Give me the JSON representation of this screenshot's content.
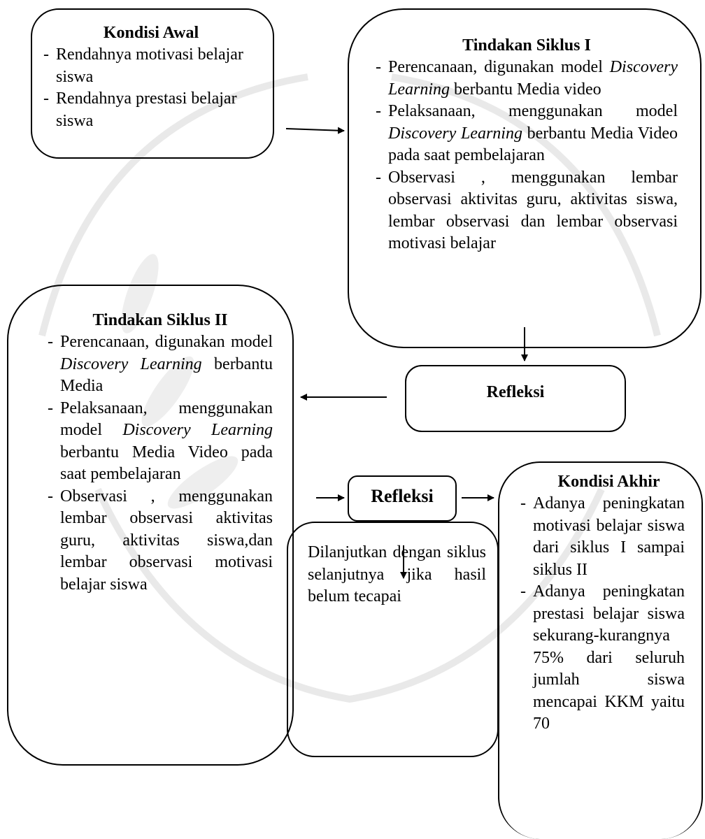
{
  "kondisi_awal": {
    "title": "Kondisi Awal",
    "items": [
      "Rendahnya motivasi belajar siswa",
      "Rendahnya prestasi belajar siswa"
    ]
  },
  "siklus1": {
    "title": "Tindakan Siklus I",
    "items": [
      {
        "pre": "Perencanaan, digunakan model ",
        "em": "Discovery Learning",
        "post": " berbantu Media video"
      },
      {
        "pre": "Pelaksanaan, menggunakan model ",
        "em": "Discovery Learning",
        "post": " berbantu Media Video pada saat pembelajaran"
      },
      {
        "pre": "Observasi , menggunakan lembar observasi aktivitas guru, aktivitas siswa, lembar observasi dan lembar observasi motivasi belajar",
        "em": "",
        "post": ""
      }
    ]
  },
  "refleksi1": {
    "label": "Refleksi"
  },
  "siklus2": {
    "title": "Tindakan Siklus II",
    "items": [
      {
        "pre": "Perencanaan, digunakan model ",
        "em": "Discovery Learning",
        "post": " berbantu Media"
      },
      {
        "pre": "Pelaksanaan, menggunakan model ",
        "em": "Discovery Learning",
        "post": " berbantu Media Video pada saat pembelajaran"
      },
      {
        "pre": "Observasi , menggunakan lembar observasi aktivitas guru, aktivitas siswa,dan lembar observasi motivasi belajar siswa",
        "em": "",
        "post": ""
      }
    ]
  },
  "refleksi2": {
    "label": "Refleksi"
  },
  "lanjut": {
    "text": "Dilanjutkan dengan siklus selanjutnya jika hasil belum tecapai"
  },
  "kondisi_akhir": {
    "title": "Kondisi Akhir",
    "items": [
      "Adanya peningkatan motivasi belajar siswa dari siklus I sampai siklus II",
      "Adanya peningkatan prestasi belajar siswa sekurang-kurangnya 75% dari seluruh jumlah siswa mencapai KKM yaitu 70"
    ]
  }
}
